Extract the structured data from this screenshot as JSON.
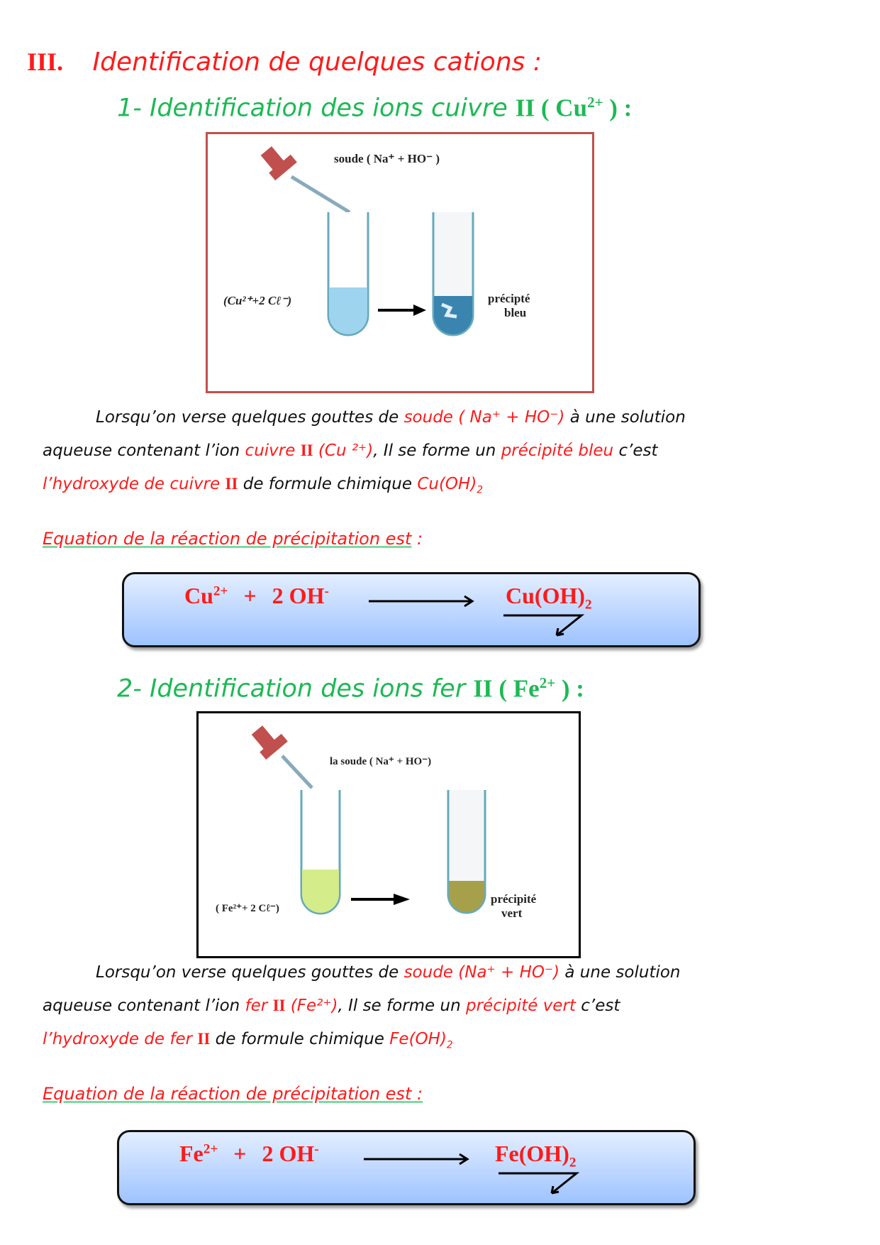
{
  "section": {
    "number": "III.",
    "title": "Identification de quelques cations :"
  },
  "part1": {
    "heading_text": "1- Identification des ions cuivre ",
    "heading_roman": "II",
    "heading_ion": " ( Cu",
    "heading_charge": "2+",
    "heading_end": " ) :",
    "figure": {
      "reagent_label": "soude ( Na⁺ + HO⁻ )",
      "solution_label": "(Cu²⁺+2 Cℓ⁻)",
      "result_label_1": "précipté",
      "result_label_2": "bleu"
    },
    "para": {
      "t1": "Lorsqu’on verse quelques gouttes de ",
      "r1": "soude ( Na⁺ + HO⁻)",
      "t2": " à une solution",
      "t3": "aqueuse contenant  l’ion ",
      "r2": "cuivre ",
      "r2b": "II",
      "r3": " (Cu ²⁺)",
      "t4": ", Il se forme un ",
      "r4": "précipité bleu",
      "t5": " c’est",
      "r5": "l’hydroxyde de cuivre ",
      "r5b": "II",
      "t6": " de formule chimique ",
      "r6": "Cu(OH)",
      "r6sub": "2"
    },
    "equation_heading": "Equation de la réaction de précipitation est",
    "equation_colon": " :",
    "equation": {
      "reactant1": "Cu",
      "reactant1_charge": "2+",
      "plus": "+",
      "reactant2": "2 OH",
      "reactant2_charge": "-",
      "product": "Cu(OH)",
      "product_sub": "2"
    }
  },
  "part2": {
    "heading_text": "2- Identification des ions fer ",
    "heading_roman": "II",
    "heading_ion": " ( Fe",
    "heading_charge": "2+",
    "heading_end": " ) :",
    "figure": {
      "reagent_label": "la soude ( Na⁺ + HO⁻)",
      "solution_label": "( Fe²⁺+ 2 Cℓ⁻)",
      "result_label_1": "précipité",
      "result_label_2": "vert"
    },
    "para": {
      "t1": "Lorsqu’on verse quelques gouttes de ",
      "r1": "soude (Na⁺ + HO⁻)",
      "t2": " à une solution",
      "t3": "aqueuse contenant  l’ion ",
      "r2": "fer ",
      "r2b": "II",
      "r3": " (Fe²⁺)",
      "t4": ", Il se forme un ",
      "r4": "précipité vert",
      "t5": " c’est",
      "r5": "l’hydroxyde de fer ",
      "r5b": "II",
      "t6": " de formule chimique ",
      "r6": "Fe(OH)",
      "r6sub": "2"
    },
    "equation_heading": "Equation de la réaction de précipitation est :",
    "equation": {
      "reactant1": "Fe",
      "reactant1_charge": "2+",
      "plus": "+",
      "reactant2": "2 OH",
      "reactant2_charge": "-",
      "product": "Fe(OH)",
      "product_sub": "2"
    }
  },
  "colors": {
    "red": "#ff1a1a",
    "green": "#1db954",
    "blue_precipitate": "#3a84b0",
    "green_precipitate": "#a7a04a"
  }
}
